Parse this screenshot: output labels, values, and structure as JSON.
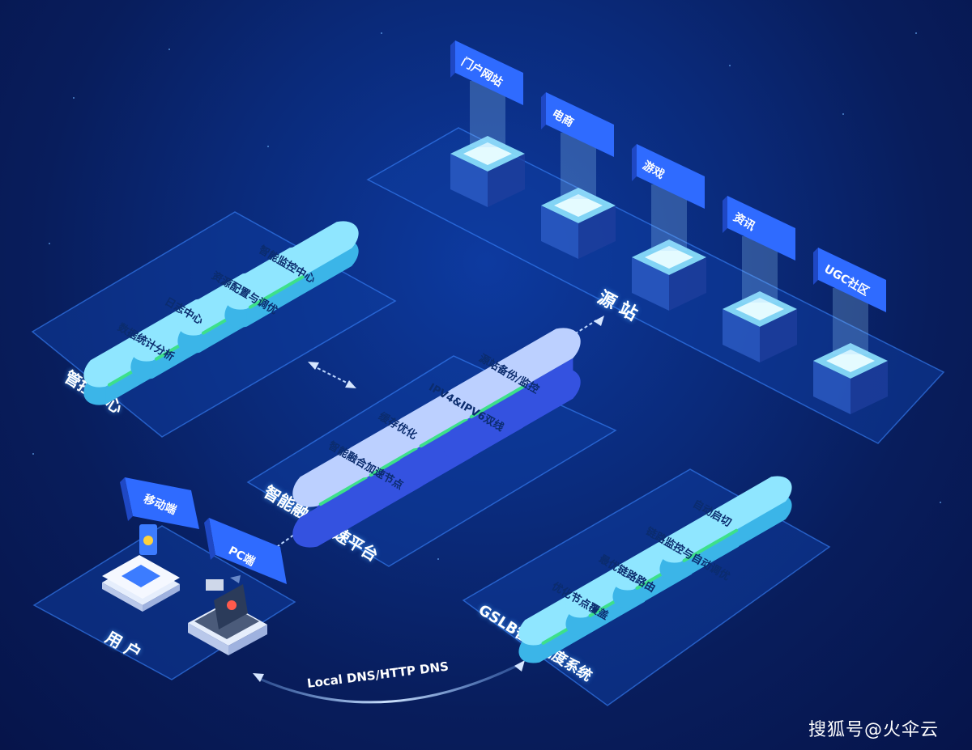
{
  "management_center": {
    "title": "管控中心",
    "modules": [
      "数据统计分析",
      "日志中心",
      "资源配置与调优",
      "智能监控中心"
    ]
  },
  "origin_site": {
    "title": "源 站",
    "sites": [
      "门户网站",
      "电商",
      "游戏",
      "资讯",
      "UGC社区"
    ]
  },
  "acceleration_platform": {
    "title": "智能融合加速平台",
    "modules": [
      "智能融合加速节点",
      "缓存优化",
      "IPV4&IPV6双线",
      "源站备份/监控"
    ]
  },
  "users": {
    "title": "用 户",
    "clients": [
      "移动端",
      "PC端"
    ]
  },
  "gslb": {
    "title": "GSLB智能调度系统",
    "modules": [
      "优化节点覆盖",
      "最优链路路由",
      "链路监控与自动调优",
      "自动启切"
    ]
  },
  "dns_link": {
    "label": "Local DNS/HTTP DNS"
  },
  "watermark": "搜狐号@火伞云",
  "colors": {
    "platform": "#0f3d9e",
    "platform_edge": "#3a86ff",
    "pill_light": "#8fe6ff",
    "pill_blue": "#3b5bff",
    "tag_blue": "#2f6bff",
    "green_bar": "#3de08a"
  }
}
